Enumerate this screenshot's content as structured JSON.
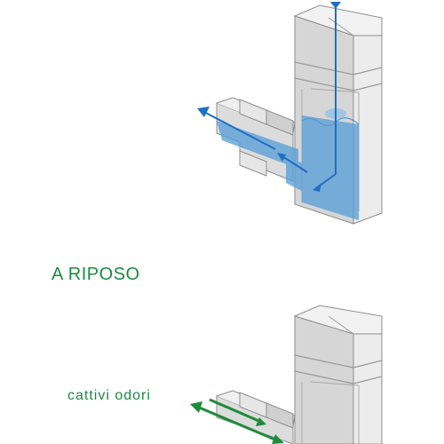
{
  "state_label": "A RIPOSO",
  "odor_label": "cattivi odori",
  "colors": {
    "water": "#5aa0d8",
    "flow_arrow": "#1f6fc4",
    "odor_arrow": "#1e8b3a",
    "label_green": "#1b8a3f",
    "body_light": "#e9e9e9",
    "body_mid": "#d2d2d2",
    "body_dark": "#b5b5b5",
    "outline": "#8e8e8e"
  },
  "icons": {
    "flow": "blue-flow-arrow",
    "odor": "green-odor-arrow"
  }
}
